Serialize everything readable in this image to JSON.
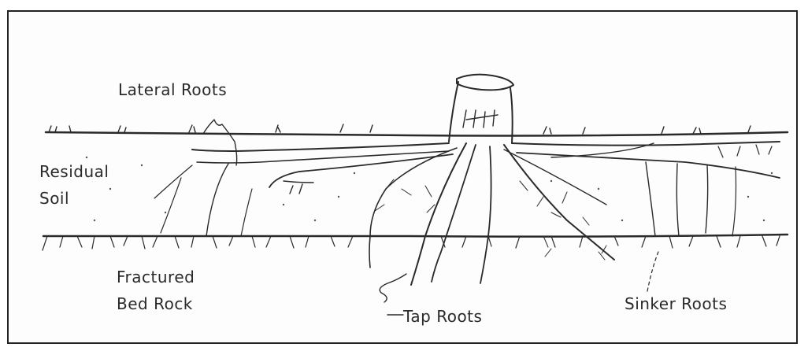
{
  "labels": {
    "lateral_roots": "Lateral Roots",
    "residual_soil_1": "Residual",
    "residual_soil_2": "Soil",
    "fractured_1": "Fractured",
    "fractured_2": "Bed Rock",
    "tap_roots": "Tap Roots",
    "sinker_roots": "Sinker Roots"
  },
  "colors": {
    "ink": "#2a2a2a",
    "background": "#ffffff"
  }
}
